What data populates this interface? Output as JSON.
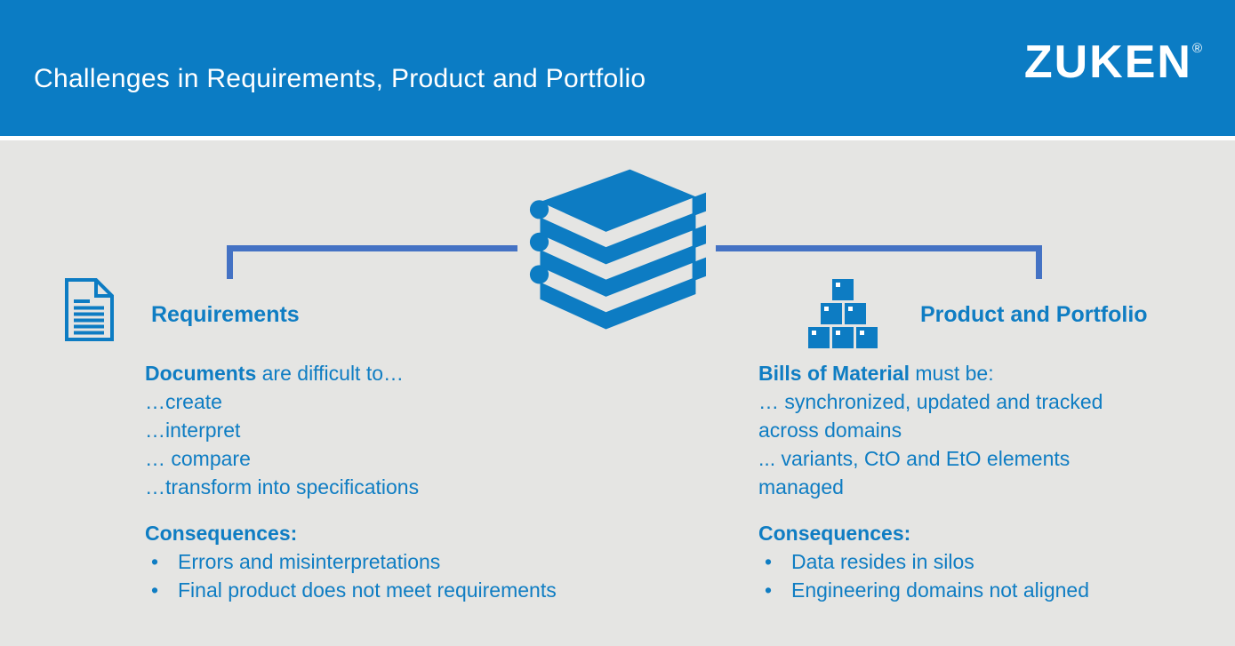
{
  "colors": {
    "header_bg": "#0b7cc4",
    "body_bg": "#e5e5e3",
    "accent_blue": "#0d7cc3",
    "text_blue": "#0f7dc3",
    "connector_blue": "#4472c4",
    "white": "#ffffff"
  },
  "header": {
    "title": "Challenges in Requirements, Product and Portfolio",
    "logo_text": "ZUKEN",
    "logo_reg_mark": "®"
  },
  "bullet_char": "•",
  "left": {
    "heading": "Requirements",
    "intro_bold": "Documents",
    "intro_rest": " are difficult to…",
    "lines": [
      "…create",
      "…interpret",
      "… compare",
      "…transform into specifications"
    ],
    "consequences_heading": "Consequences:",
    "consequences": [
      "Errors and misinterpretations",
      "Final product does not meet requirements"
    ]
  },
  "right": {
    "heading": "Product and Portfolio",
    "intro_bold": "Bills of Material",
    "intro_rest": " must be:",
    "lines": [
      "… synchronized, updated and tracked",
      "across domains",
      "... variants, CtO and EtO elements",
      "managed"
    ],
    "consequences_heading": "Consequences:",
    "consequences": [
      "Data resides in silos",
      "Engineering domains not aligned"
    ]
  }
}
